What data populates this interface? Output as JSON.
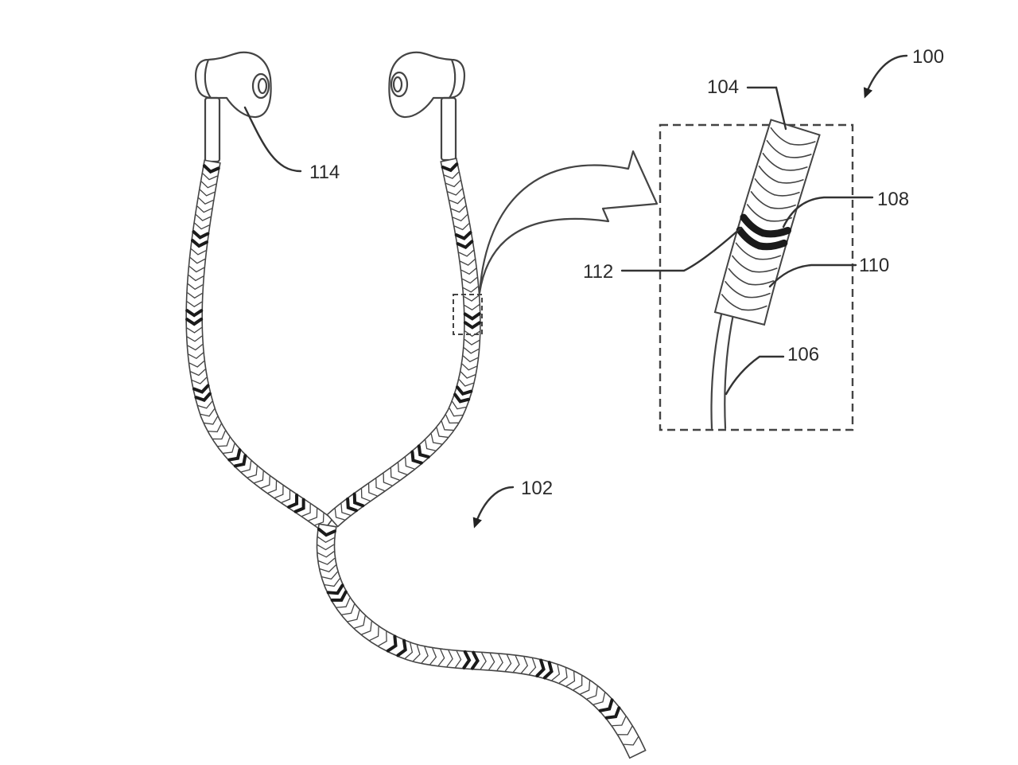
{
  "figure": {
    "labels": {
      "ref_100": "100",
      "ref_102": "102",
      "ref_104": "104",
      "ref_106": "106",
      "ref_108": "108",
      "ref_110": "110",
      "ref_112": "112",
      "ref_114": "114"
    },
    "colors": {
      "line": "#444444",
      "braid_dark": "#1a1a1a",
      "braid_light": "#ffffff",
      "background": "#ffffff"
    }
  }
}
